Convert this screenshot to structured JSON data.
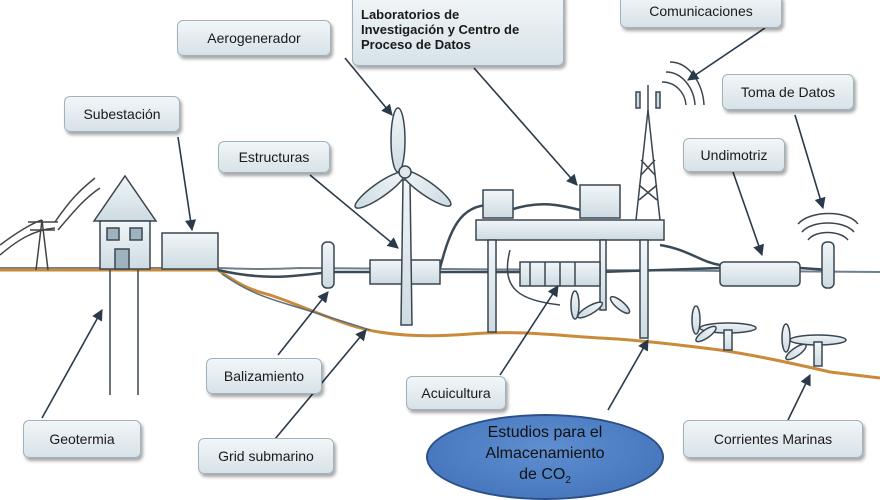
{
  "labels": {
    "aerogenerador": "Aerogenerador",
    "laboratorios_line1": "Laboratorios de",
    "laboratorios_line2": "Investigación y Centro de",
    "laboratorios_line3": "Proceso de Datos",
    "comunicaciones": "Comunicaciones",
    "toma_datos": "Toma de Datos",
    "subestacion": "Subestación",
    "estructuras": "Estructuras",
    "undimotriz": "Undimotriz",
    "balizamiento": "Balizamiento",
    "acuicultura": "Acuicultura",
    "geotermia": "Geotermia",
    "grid_submarino": "Grid submarino",
    "corrientes_marinas": "Corrientes  Marinas",
    "co2_line1": "Estudios para el",
    "co2_line2": "Almacenamiento",
    "co2_line3_prefix": "de  CO",
    "co2_line3_sub": "2"
  },
  "colors": {
    "seabed": "#c98a3a",
    "sea_surface": "#5c6f82",
    "ellipse": "#4a7cc4",
    "callout_border": "#9fb3bf",
    "line": "#2a2f35"
  }
}
